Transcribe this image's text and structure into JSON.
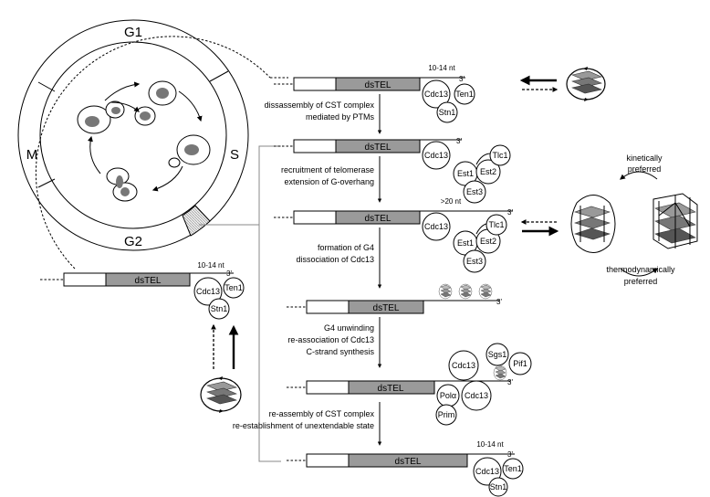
{
  "cycle": {
    "phases": [
      "G1",
      "S",
      "G2",
      "M"
    ]
  },
  "construct_label": "dsTEL",
  "proteins": {
    "cdc13": "Cdc13",
    "ten1": "Ten1",
    "stn1": "Stn1",
    "est1": "Est1",
    "est2": "Est2",
    "est3": "Est3",
    "tlc1": "Tlc1",
    "sgs1": "Sgs1",
    "pif1": "Pif1",
    "pol": "Polα",
    "prim": "Prim"
  },
  "overhang": {
    "short": "10-14 nt",
    "long": ">20 nt",
    "end": "3'"
  },
  "steps": [
    [
      "dissassembly of CST complex",
      "mediated by PTMs"
    ],
    [
      "recruitment of telomerase",
      "extension of G-overhang"
    ],
    [
      "formation of G4",
      "dissociation of Cdc13"
    ],
    [
      "G4 unwinding",
      "re-association of Cdc13",
      "C-strand synthesis"
    ],
    [
      "re-assembly of CST complex",
      "re-establishment of unextendable state"
    ]
  ],
  "g4_states": {
    "kinetic": [
      "kinetically",
      "preferred"
    ],
    "thermo": [
      "thermodynamically",
      "preferred"
    ]
  }
}
